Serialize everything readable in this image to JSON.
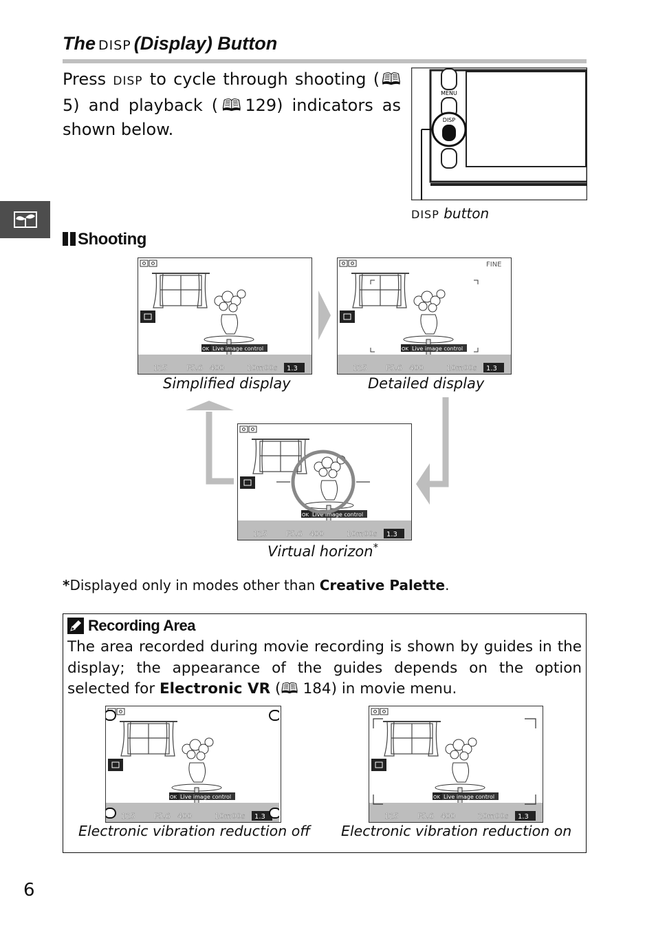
{
  "heading": {
    "prefix": "The",
    "disp": "DISP",
    "suffix": "(Display) Button"
  },
  "intro": {
    "press": "Press",
    "disp": "DISP",
    "rest_1": "to cycle through shooting",
    "ref_1": "5) and playback (",
    "ref_2": "129) indicators as shown below."
  },
  "camera_diagram": {
    "menu_label": "MENU",
    "disp_label": "DISP"
  },
  "disp_button_caption": {
    "disp": "DISP",
    "label": "button"
  },
  "section": {
    "title": "Shooting"
  },
  "screens": {
    "live_image_control": "Live image control",
    "ok": "OK",
    "shutter": "125",
    "aperture": "F5.6",
    "iso": "400",
    "time": "10m00s",
    "time_on": "20m00s",
    "ev": "1.3",
    "quality": "FINE"
  },
  "captions": {
    "simplified": "Simplified display",
    "detailed": "Detailed display",
    "virtual_horizon": "Virtual horizon",
    "asterisk": "*",
    "vr_off": "Electronic vibration reduction off",
    "vr_on": "Electronic vibration reduction on"
  },
  "footnote": {
    "mark": "*",
    "text": "Displayed only in modes other than",
    "bold": "Creative Palette",
    "end": "."
  },
  "note": {
    "title": "Recording Area",
    "body_1": "The area recorded during movie recording is shown by guides in the display; the appearance of the guides depends on the option selected for",
    "body_bold": "Electronic VR",
    "body_2": "(",
    "body_3": "184) in movie menu."
  },
  "page_number": "6"
}
